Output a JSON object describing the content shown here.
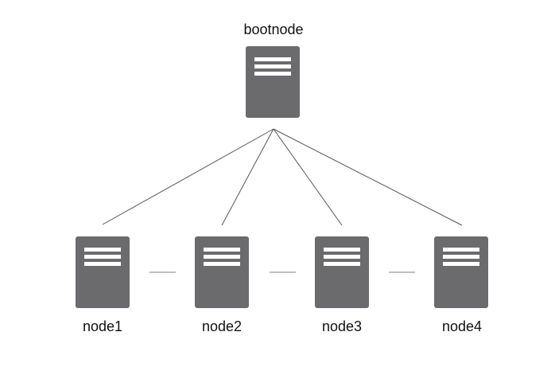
{
  "bootnode": {
    "label": "bootnode"
  },
  "nodes": [
    {
      "label": "node1"
    },
    {
      "label": "node2"
    },
    {
      "label": "node3"
    },
    {
      "label": "node4"
    }
  ],
  "colors": {
    "server_body": "#6b6b6d",
    "server_lines": "#ffffff",
    "connector": "#555555",
    "peer_link": "#999999"
  },
  "icons": {
    "server": "server-icon"
  }
}
